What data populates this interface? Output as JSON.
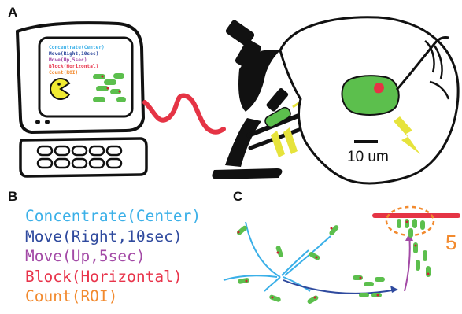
{
  "panels": {
    "a": "A",
    "b": "B",
    "c": "C"
  },
  "commands": [
    {
      "text": "Concentrate(Center)",
      "color": "#3bb0e8"
    },
    {
      "text": "Move(Right,10sec)",
      "color": "#2f4a9e"
    },
    {
      "text": "Move(Up,5sec)",
      "color": "#a34aa6"
    },
    {
      "text": "Block(Horizontal)",
      "color": "#e8334a"
    },
    {
      "text": "Count(ROI)",
      "color": "#f28a2e"
    }
  ],
  "scale_bar_label": "10 um",
  "roi_digit": "5",
  "colors": {
    "cell": "#5cbf4d",
    "cable": "#e53445",
    "light": "#e6e33c",
    "ink": "#111111"
  }
}
